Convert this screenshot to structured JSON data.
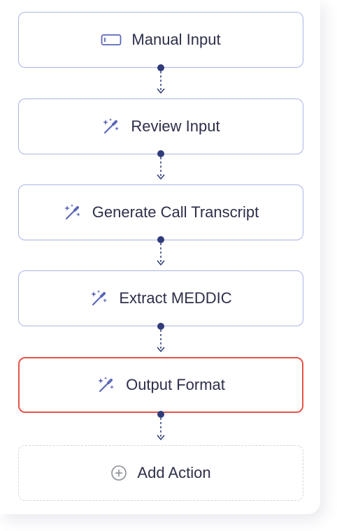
{
  "workflow": {
    "nodes": [
      {
        "label": "Manual Input",
        "icon": "input-field-icon",
        "selected": false
      },
      {
        "label": "Review Input",
        "icon": "magic-wand-icon",
        "selected": false
      },
      {
        "label": "Generate Call Transcript",
        "icon": "magic-wand-icon",
        "selected": false
      },
      {
        "label": "Extract MEDDIC",
        "icon": "magic-wand-icon",
        "selected": false
      },
      {
        "label": "Output Format",
        "icon": "magic-wand-icon",
        "selected": true
      }
    ],
    "add_action": {
      "label": "Add Action",
      "icon": "plus-circle-icon"
    }
  },
  "colors": {
    "node_border": "#a9b3e6",
    "selected_border": "#e5534b",
    "icon": "#5b67b8",
    "connector": "#2f3b7a",
    "text": "#2d2f4a"
  }
}
